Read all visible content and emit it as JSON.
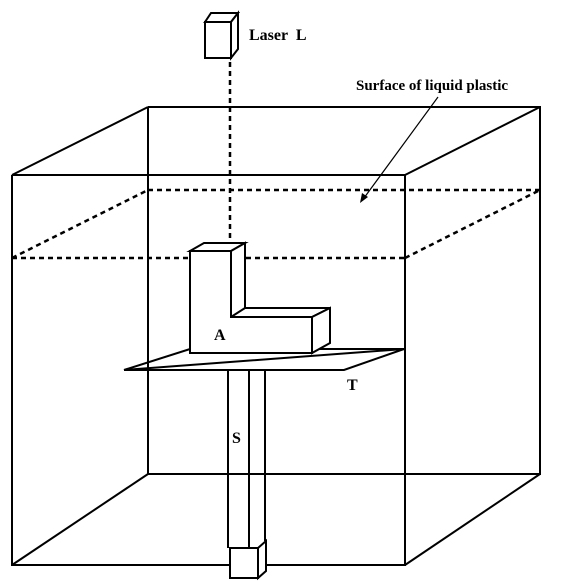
{
  "labels": {
    "laser": "Laser  L",
    "surface": "Surface of liquid plastic",
    "part": "A",
    "table": "T",
    "shaft": "S"
  }
}
